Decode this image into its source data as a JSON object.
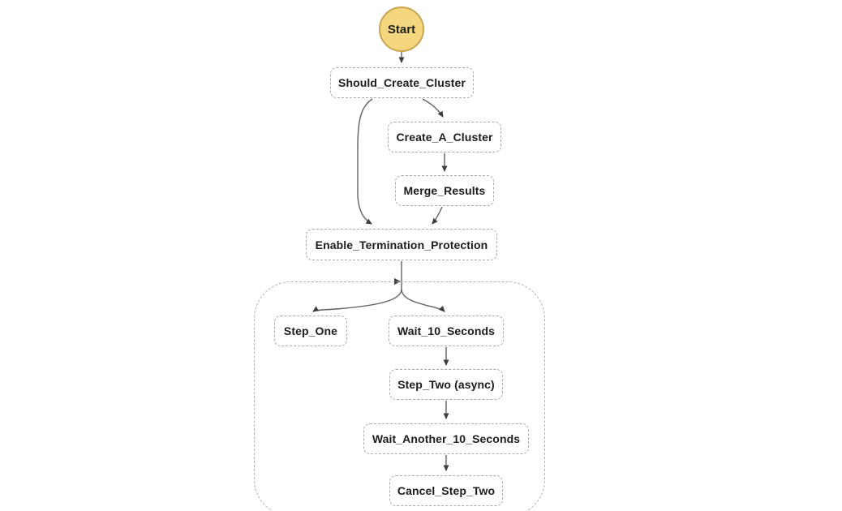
{
  "diagram": {
    "type": "workflow-graph",
    "start": {
      "label": "Start"
    },
    "nodes": [
      {
        "id": "should-create-cluster",
        "label": "Should_Create_Cluster",
        "kind": "choice"
      },
      {
        "id": "create-a-cluster",
        "label": "Create_A_Cluster",
        "kind": "task"
      },
      {
        "id": "merge-results",
        "label": "Merge_Results",
        "kind": "task"
      },
      {
        "id": "enable-termination-protection",
        "label": "Enable_Termination_Protection",
        "kind": "task"
      },
      {
        "id": "step-one",
        "label": "Step_One",
        "kind": "task"
      },
      {
        "id": "wait-10-seconds",
        "label": "Wait_10_Seconds",
        "kind": "wait"
      },
      {
        "id": "step-two-async",
        "label": "Step_Two (async)",
        "kind": "task"
      },
      {
        "id": "wait-another-10-seconds",
        "label": "Wait_Another_10_Seconds",
        "kind": "wait"
      },
      {
        "id": "cancel-step-two",
        "label": "Cancel_Step_Two",
        "kind": "task"
      }
    ],
    "edges": [
      {
        "from": "start",
        "to": "should-create-cluster"
      },
      {
        "from": "should-create-cluster",
        "to": "create-a-cluster"
      },
      {
        "from": "should-create-cluster",
        "to": "enable-termination-protection"
      },
      {
        "from": "create-a-cluster",
        "to": "merge-results"
      },
      {
        "from": "merge-results",
        "to": "enable-termination-protection"
      },
      {
        "from": "enable-termination-protection",
        "to": "parallel-state"
      },
      {
        "from": "parallel-state",
        "to": "step-one"
      },
      {
        "from": "parallel-state",
        "to": "wait-10-seconds"
      },
      {
        "from": "wait-10-seconds",
        "to": "step-two-async"
      },
      {
        "from": "step-two-async",
        "to": "wait-another-10-seconds"
      },
      {
        "from": "wait-another-10-seconds",
        "to": "cancel-step-two"
      }
    ],
    "colors": {
      "start_fill": "#f4d67e",
      "start_border": "#c9a452",
      "node_border": "#a9a9a9",
      "container_border": "#b2b2b2",
      "edge_line": "#616161",
      "arrowhead": "#3e3e3e",
      "text": "#1c1c1c",
      "background": "#ffffff"
    }
  }
}
